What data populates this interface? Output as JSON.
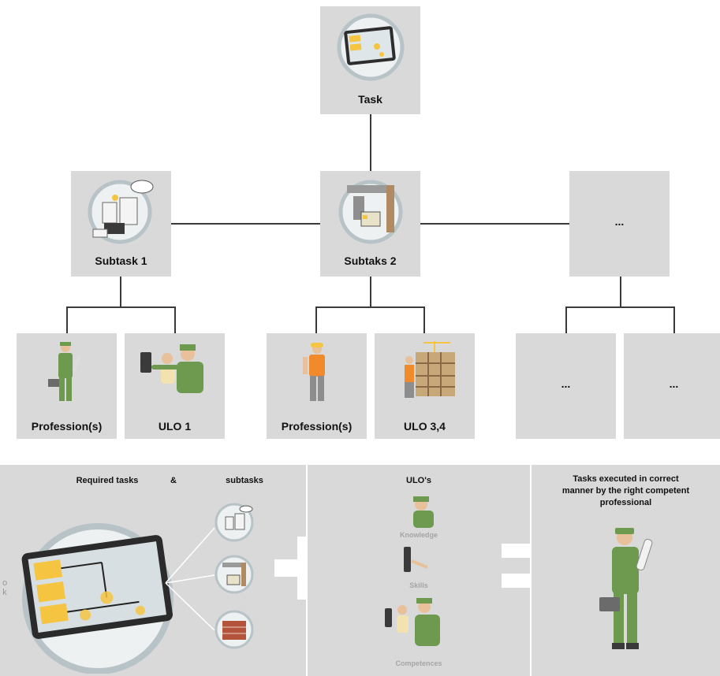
{
  "tree": {
    "task": "Task",
    "subtask1": "Subtask 1",
    "subtask2": "Subtaks 2",
    "subtask3": "...",
    "profession1": "Profession(s)",
    "ulo1": "ULO 1",
    "profession2": "Profession(s)",
    "ulo2": "ULO 3,4",
    "leaf5": "...",
    "leaf6": "..."
  },
  "bottom": {
    "required_tasks": "Required tasks",
    "ampersand": "&",
    "subtasks": "subtasks",
    "ulos_title": "ULO's",
    "knowledge": "Knowledge",
    "skills": "Skills",
    "competences": "Competences",
    "result_line1": "Tasks executed in correct",
    "result_line2": "manner by the right competent",
    "result_line3": "professional",
    "edge_text": "o k"
  },
  "colors": {
    "box": "#d9d9d9",
    "line": "#3a3a3a",
    "worker_green": "#6e9a4f",
    "tablet_yellow": "#f5c542",
    "ring": "#b8c3c8"
  }
}
